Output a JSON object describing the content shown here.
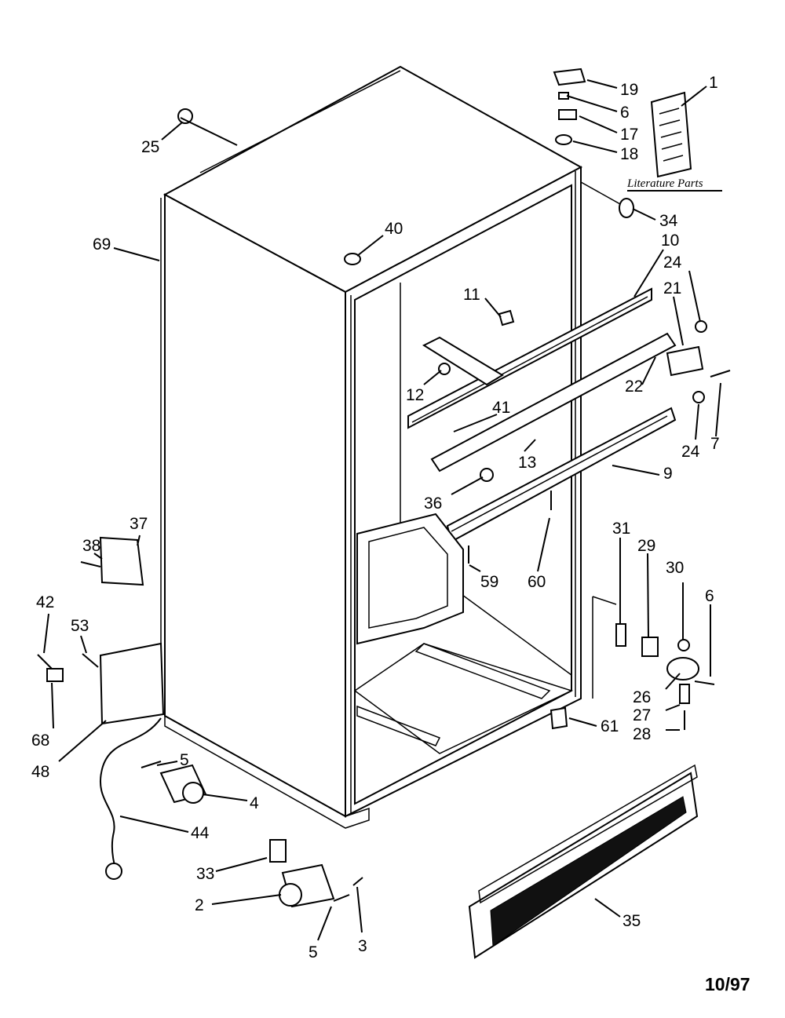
{
  "literature_label": "Literature Parts",
  "date_code": "10/97",
  "callouts": {
    "c1": "1",
    "c19": "19",
    "c6a": "6",
    "c17": "17",
    "c18": "18",
    "c25": "25",
    "c34": "34",
    "c10": "10",
    "c24a": "24",
    "c40": "40",
    "c69": "69",
    "c11": "11",
    "c21": "21",
    "c22": "22",
    "c7": "7",
    "c12": "12",
    "c24b": "24",
    "c41": "41",
    "c13": "13",
    "c9": "9",
    "c36": "36",
    "c37": "37",
    "c38": "38",
    "c60": "60",
    "c59": "59",
    "c31": "31",
    "c29": "29",
    "c30": "30",
    "c6b": "6",
    "c42": "42",
    "c53": "53",
    "c26": "26",
    "c27": "27",
    "c28": "28",
    "c68": "68",
    "c61": "61",
    "c48": "48",
    "c5a": "5",
    "c4": "4",
    "c44": "44",
    "c33": "33",
    "c2": "2",
    "c35": "35",
    "c5b": "5",
    "c3": "3"
  }
}
